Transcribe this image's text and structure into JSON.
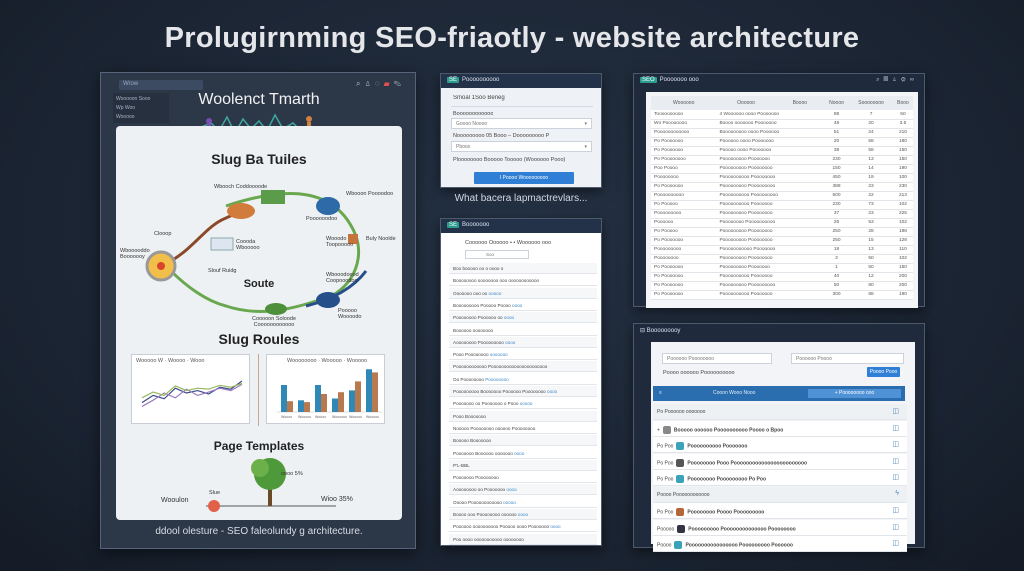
{
  "title": "Prolugirnming SEO-friaotly - website architecture",
  "panel_main": {
    "search_placeholder": "Wrow",
    "toolbar_icons": [
      "search-icon",
      "user-icon",
      "bell-icon",
      "flag-icon",
      "settings-icon"
    ],
    "sidebar_items": [
      "Wooooon Sooo",
      "Wp Woo",
      "Wooooo"
    ],
    "header": "Woolenct Tmarth",
    "section1": "Slug Ba Tuiles",
    "diagram_labels": {
      "a": "Wbooch Coddoooode",
      "b": "Wbooon Poooodoo",
      "c": "Clooop",
      "d": "Wbooooddo Booooooy",
      "e": "Coooda Wbooooo",
      "f": "Poooooodoo",
      "g": "Wooodo Toopooooo",
      "h": "Buly Noolde",
      "i": "Slouf Ruidg",
      "j": "Wbooodoood Coopooodoo",
      "k": "Soute",
      "l": "Cooooon Soloode Coooooooooooo",
      "m": "Pooooo Woooodo"
    },
    "section2": "Slug Roules",
    "line_chart": {
      "legend": [
        "Wooooo W",
        "Woooo",
        "Wooo"
      ],
      "series": [
        {
          "color": "#3a4a8a",
          "values": [
            30,
            45,
            38,
            60,
            50,
            55,
            48,
            62,
            58,
            75
          ]
        },
        {
          "color": "#9b7ac0",
          "values": [
            22,
            35,
            50,
            40,
            58,
            45,
            52,
            60,
            55,
            68
          ]
        },
        {
          "color": "#9ab860",
          "values": [
            40,
            52,
            45,
            65,
            55,
            60,
            58,
            66,
            62,
            70
          ]
        }
      ]
    },
    "bar_chart": {
      "legend": [
        "Woooooooo",
        "Wooooo",
        "Wooooo"
      ],
      "categories": [
        "Woooo",
        "Wooooo",
        "Woooo",
        "Woooooo",
        "Wooooo",
        "Wooooo"
      ],
      "series": [
        {
          "color": "#2f88b5",
          "values": [
            60,
            26,
            60,
            30,
            48,
            95
          ]
        },
        {
          "color": "#b77a50",
          "values": [
            24,
            22,
            40,
            44,
            68,
            88
          ]
        }
      ],
      "ylim": [
        0,
        100
      ]
    },
    "section3": "Page Templates",
    "tree_left": "Wooulon",
    "tree_badge": "Slue",
    "tree_right_top": "oooo 5%",
    "tree_right": "Wioo 35%",
    "caption": "ddool olesture - SEO faleolundy g architecture."
  },
  "panel_form": {
    "app_name": "Poooooooooo",
    "heading": "Smoal 1Soo Beneg",
    "field1_label": "Boooooooooooo",
    "field1_value": "Goooo Noooo",
    "field2_label": "Nooooooooo 05 Booo – Dooooooooo P",
    "field2_value": "Pboos",
    "note": "Ploooooooo Booooo Tooooo (Woooooo Pooo)",
    "submit": "I Poooo Wooooooooo"
  },
  "subtitle": "What bacera lapmactrevlars...",
  "panel_list": {
    "app_name": "Booooooo",
    "crumb": "Coooooo Oooooo  •  •  Woooooo ooo",
    "search_value": "Soo",
    "rows": [
      {
        "text": "Boo booooo oo o oooo o",
        "link": ""
      },
      {
        "text": "Boooooooo oooooooo ooo oooooooooooo",
        "link": ""
      },
      {
        "text": "Ooooooo ooo oo",
        "link": "ooooo"
      },
      {
        "text": "Booooooooo Pooooo Poooo",
        "link": "oooo"
      },
      {
        "text": "Poooooooo Poooooo oo",
        "link": "oooo"
      },
      {
        "text": "Boooooo oooooooo",
        "link": ""
      },
      {
        "text": "Aoooooooo Pooooooooo",
        "link": "oooo"
      },
      {
        "text": "Pooo Poooooooo",
        "link": "ooooooo"
      },
      {
        "text": "Poooooooooooo Poooooooooooooooooooooo",
        "link": ""
      },
      {
        "text": "Oo Poooooooo",
        "link": "Poooooooo"
      },
      {
        "text": "Pooooooooo Booooooo Poooooo Poooooooo",
        "link": "oooo"
      },
      {
        "text": "Pooooooo oo Pooooooo o Pooo",
        "link": "ooooo"
      },
      {
        "text": "Pooo Booooooo",
        "link": ""
      },
      {
        "text": "Nooooo Poooooooo oooooo Poooooooo",
        "link": ""
      },
      {
        "text": "Booooo Booooooo",
        "link": ""
      },
      {
        "text": "Pooooooo Boooooo ooooooo",
        "link": "oooo"
      },
      {
        "text": "P'L-BBL",
        "link": ""
      },
      {
        "text": "Pooooooo Poooooooo",
        "link": ""
      },
      {
        "text": "Aoooooooo oo Pooooooo",
        "link": "oooo"
      },
      {
        "text": "Ooooo Poooooooooooo",
        "link": "ooooo"
      },
      {
        "text": "Boooo ooo Poooooooo oooooo",
        "link": "oooo"
      },
      {
        "text": "Poooooo oooooooooo Pooooo oooo Pooooooo",
        "link": "oooo"
      },
      {
        "text": "Poo oooo ooooooooooo oooooooo",
        "link": ""
      }
    ]
  },
  "panel_table": {
    "app_name": "SEO",
    "title": "Pooooooo ooo",
    "columns": [
      "Woooooo",
      "Oooooo",
      "Boooo",
      "Noooo",
      "Soooooooo",
      "Booo"
    ],
    "rows": [
      [
        "Toooooooooo",
        "4 Woooooo oooo Pooooooo",
        "88",
        "7",
        "50"
      ],
      [
        "Wo Poooooooo",
        "Boooo ooooooo Pooooooo",
        "48",
        "20",
        "3.5"
      ],
      [
        "Poooooooooooo",
        "Booooooooo oooo Poooooo",
        "51",
        "24",
        "210"
      ],
      [
        "Po Pooooooo",
        "Poooooo oooo Pooooooo",
        "20",
        "58",
        "180"
      ],
      [
        "Po Pooooooo",
        "Pooooo oooo Pooooooo",
        "38",
        "58",
        "150"
      ],
      [
        "Po Poooooooo",
        "Pooooooooo Pooooooo",
        "230",
        "13",
        "150"
      ],
      [
        "Poo Poooo",
        "Pooooooooo Poooooooo",
        "150",
        "14",
        "190"
      ],
      [
        "Poooooooo",
        "Poooooooooo Poooooooo",
        "450",
        "19",
        "100"
      ],
      [
        "Po Pooooooo",
        "Pooooooooo Pooooooooo",
        "388",
        "23",
        "230"
      ],
      [
        "Poooooooooo",
        "Poooooooooo Pooooooooo",
        "500",
        "22",
        "213"
      ],
      [
        "Po Pooooo",
        "Poooooooooo Pooooooo",
        "230",
        "73",
        "102"
      ],
      [
        "Pooooooooo",
        "Pooooooooo Poooooooo",
        "37",
        "23",
        "225"
      ],
      [
        "Poooooo",
        "Poooooooo Poooooooooo",
        "26",
        "53",
        "102"
      ],
      [
        "Po Pooooo",
        "Pooooooooo Poooooooo",
        "250",
        "28",
        "188"
      ],
      [
        "Po Pooooooo",
        "Pooooooooo Poooooooo",
        "250",
        "15",
        "128"
      ],
      [
        "Pooooooooo",
        "Pooooooooooo Pooooooo",
        "18",
        "13",
        "110"
      ],
      [
        "Poooooooo",
        "Pooooooooo Poooooooo",
        "3",
        "50",
        "102"
      ],
      [
        "Po Pooooooo",
        "Pooooooooo Pooooooo",
        "1",
        "50",
        "150"
      ],
      [
        "Po Pooooooo",
        "Poooooooooo Pooooooo",
        "40",
        "12",
        "200"
      ],
      [
        "Po Pooooooo",
        "Pooooooooo Pooooooooo",
        "50",
        "80",
        "200"
      ],
      [
        "Po Pooooooo",
        "Poooooooooo Pooooooo",
        "300",
        "88",
        "190"
      ]
    ]
  },
  "panel_settings": {
    "title": "Booooooooy",
    "input1": "Poooooo Poooooooo",
    "input2": "Poooooo Poooo",
    "subtext": "Poooo oooooo Poooooooooo",
    "save": "Poooo Pooo",
    "bar_left": "Cooon Wooo Nooo",
    "bar_right": "+ Poooooooo ooo",
    "rows": [
      {
        "pre": "Po Poooooo ooooooo",
        "text": "",
        "icon": "",
        "color": "",
        "group": true
      },
      {
        "pre": "+",
        "text": "Booooo oooooo Poooooooooo Poooo o Bpoo",
        "icon": "monitor",
        "color": "#888",
        "group": false
      },
      {
        "pre": "Po Poo",
        "text": "Poooooooooo Pooooooo",
        "icon": "file",
        "color": "#3aa3b8",
        "group": false
      },
      {
        "pre": "Po Poo",
        "text": "Poooooooo Pooo Poooooooooooooooooooooooo",
        "icon": "globe",
        "color": "#555",
        "group": false
      },
      {
        "pre": "Po Poo",
        "text": "Poooooooo Pooooooooo Po Poo",
        "icon": "database",
        "color": "#3aa3b8",
        "group": false
      },
      {
        "pre": "Poooo Poooooooooooo",
        "text": "",
        "icon": "bolt",
        "color": "",
        "group": true
      },
      {
        "pre": "Po Poo",
        "text": "Poooooooo Poooo Pooooooooo",
        "icon": "monitor",
        "color": "#b5653a",
        "group": false
      },
      {
        "pre": "Pooooo",
        "text": "Pooooooooo Poooooooooooooo Poooooooo",
        "icon": "device",
        "color": "#334",
        "group": false
      },
      {
        "pre": "Poooo",
        "text": "Poooooooooooooooo Pooooooooo Poooooo",
        "icon": "globe",
        "color": "#3aa3b8",
        "group": false
      }
    ]
  }
}
